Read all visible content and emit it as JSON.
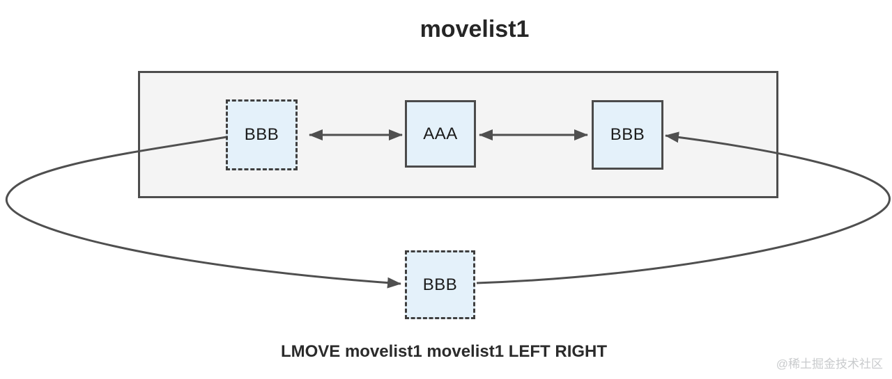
{
  "diagram": {
    "title": "movelist1",
    "caption": "LMOVE movelist1 movelist1 LEFT RIGHT",
    "watermark": "@稀土掘金技术社区",
    "colors": {
      "arrow": "#4f4f4f",
      "node_fill": "#e4f1fa",
      "node_border_solid": "#4b4b4b",
      "node_border_dashed": "#3f3f3f",
      "container_fill": "#f4f4f4",
      "container_border": "#4d4d4d",
      "text": "#1b1b1b",
      "title_text": "#262626",
      "watermark_text": "#c9cbcd"
    },
    "nodes": [
      {
        "id": "bbb-head",
        "label": "BBB",
        "border": "dashed"
      },
      {
        "id": "aaa",
        "label": "AAA",
        "border": "solid"
      },
      {
        "id": "bbb-tail",
        "label": "BBB",
        "border": "solid"
      },
      {
        "id": "bbb-moved",
        "label": "BBB",
        "border": "dashed"
      }
    ],
    "edges": [
      {
        "from": "bbb-head",
        "to": "aaa",
        "style": "double-arrow",
        "route": "straight"
      },
      {
        "from": "aaa",
        "to": "bbb-tail",
        "style": "double-arrow",
        "route": "straight"
      },
      {
        "from": "bbb-head",
        "to": "bbb-moved",
        "style": "arrow",
        "route": "loop-left"
      },
      {
        "from": "bbb-moved",
        "to": "bbb-tail",
        "style": "arrow",
        "route": "loop-right"
      }
    ]
  }
}
